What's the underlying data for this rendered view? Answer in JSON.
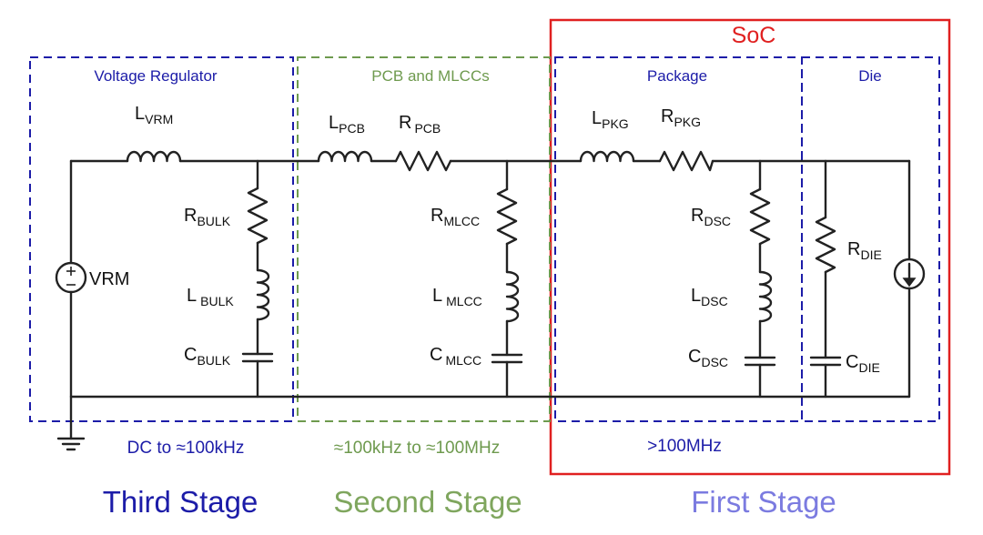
{
  "colors": {
    "blue": "#1c1ca8",
    "green": "#6e9a4e",
    "red": "#e02020",
    "light_blue": "#7b7be0",
    "wire": "#222222"
  },
  "soc": {
    "title": "SoC"
  },
  "blocks": {
    "voltage_regulator": "Voltage Regulator",
    "pcb_mlcc": "PCB and MLCCs",
    "package": "Package",
    "die": "Die"
  },
  "components": {
    "l_vrm": {
      "main": "L",
      "sub": "VRM"
    },
    "r_bulk": {
      "main": "R",
      "sub": "BULK"
    },
    "l_bulk": {
      "main": "L",
      "sub": "BULK"
    },
    "c_bulk": {
      "main": "C",
      "sub": "BULK"
    },
    "vrm_source": "VRM",
    "l_pcb": {
      "main": "L",
      "sub": "PCB"
    },
    "r_pcb": {
      "main": "R",
      "sub": "PCB"
    },
    "r_mlcc": {
      "main": "R",
      "sub": "MLCC"
    },
    "l_mlcc": {
      "main": "L",
      "sub": "MLCC"
    },
    "c_mlcc": {
      "main": "C",
      "sub": "MLCC"
    },
    "l_pkg": {
      "main": "L",
      "sub": "PKG"
    },
    "r_pkg": {
      "main": "R",
      "sub": "PKG"
    },
    "r_dsc": {
      "main": "R",
      "sub": "DSC"
    },
    "l_dsc": {
      "main": "L",
      "sub": "DSC"
    },
    "c_dsc": {
      "main": "C",
      "sub": "DSC"
    },
    "r_die": {
      "main": "R",
      "sub": "DIE"
    },
    "c_die": {
      "main": "C",
      "sub": "DIE"
    }
  },
  "ranges": {
    "third": "DC to ≈100kHz",
    "second": "≈100kHz to ≈100MHz",
    "first": ">100MHz"
  },
  "stages": {
    "third": "Third Stage",
    "second": "Second Stage",
    "first": "First Stage"
  }
}
